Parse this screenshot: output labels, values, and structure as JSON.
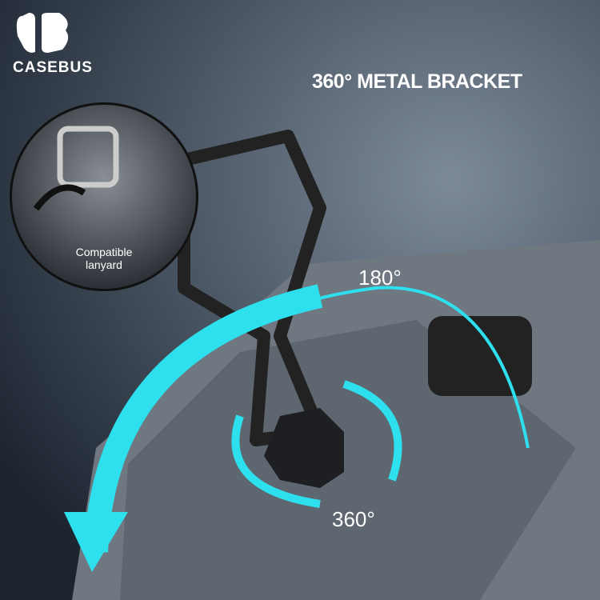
{
  "brand": {
    "name": "CASEBUS"
  },
  "headline": "360° METAL BRACKET",
  "inset": {
    "caption_line1": "Compatible",
    "caption_line2": "lanyard"
  },
  "labels": {
    "angle_180": "180°",
    "angle_360": "360°"
  },
  "colors": {
    "arrow": "#2ee0ee",
    "case": "#6f7780"
  }
}
